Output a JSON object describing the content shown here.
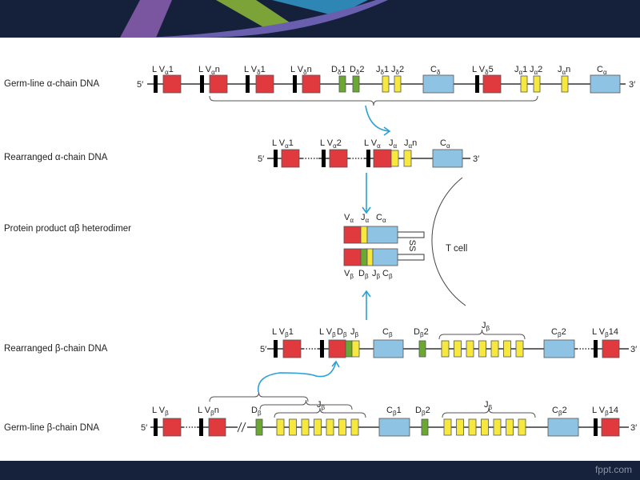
{
  "footer": {
    "watermark": "fppt.com"
  },
  "rows": {
    "germline_alpha": "Germ-line α-chain DNA",
    "rearranged_alpha": "Rearranged α-chain DNA",
    "protein": "Protein product αβ heterodimer",
    "rearranged_beta": "Rearranged β-chain DNA",
    "germline_beta": "Germ-line β-chain DNA"
  },
  "ends": {
    "five": "5′",
    "three": "3′"
  },
  "tcell_label": "T cell",
  "disulfide_label": "SS",
  "gene_labels": {
    "germline_alpha": [
      [
        "L V",
        "α",
        "1"
      ],
      [
        "L V",
        "α",
        "n"
      ],
      [
        "L V",
        "δ",
        "1"
      ],
      [
        "L V",
        "δ",
        "n"
      ],
      [
        "D",
        "δ",
        "1"
      ],
      [
        "D",
        "δ",
        "2"
      ],
      [
        "J",
        "δ",
        "1"
      ],
      [
        "J",
        "δ",
        "2"
      ],
      [
        "C",
        "δ",
        ""
      ],
      [
        "L V",
        "δ",
        "5"
      ],
      [
        "J",
        "α",
        "1"
      ],
      [
        "J",
        "α",
        "2"
      ],
      [
        "J",
        "α",
        "n"
      ],
      [
        "C",
        "α",
        ""
      ]
    ],
    "rearranged_alpha": [
      [
        "L V",
        "α",
        "1"
      ],
      [
        "L V",
        "α",
        "2"
      ],
      [
        "L V",
        "α",
        ""
      ],
      [
        "J",
        "α",
        ""
      ],
      [
        "J",
        "α",
        "n"
      ],
      [
        "C",
        "α",
        ""
      ]
    ],
    "protein_top": [
      [
        "V",
        "α",
        ""
      ],
      [
        "J",
        "α",
        ""
      ],
      [
        "C",
        "α",
        ""
      ]
    ],
    "protein_bottom": [
      [
        "V",
        "β",
        ""
      ],
      [
        "D",
        "β",
        ""
      ],
      [
        "J",
        "β",
        ""
      ],
      [
        "C",
        "β",
        ""
      ]
    ],
    "rearranged_beta": [
      [
        "L V",
        "β",
        "1"
      ],
      [
        "L V",
        "β",
        ""
      ],
      [
        "D",
        "β",
        ""
      ],
      [
        "J",
        "β",
        ""
      ],
      [
        "C",
        "β",
        ""
      ],
      [
        "D",
        "β",
        "2"
      ],
      [
        "J",
        "β",
        ""
      ],
      [
        "C",
        "β",
        "2"
      ],
      [
        "L V",
        "β",
        "14"
      ]
    ],
    "germline_beta": [
      [
        "L V",
        "β",
        ""
      ],
      [
        "L V",
        "β",
        "n"
      ],
      [
        "D",
        "β",
        ""
      ],
      [
        "J",
        "β",
        ""
      ],
      [
        "C",
        "β",
        "1"
      ],
      [
        "D",
        "β",
        "2"
      ],
      [
        "J",
        "β",
        ""
      ],
      [
        "C",
        "β",
        "2"
      ],
      [
        "L V",
        "β",
        "14"
      ]
    ]
  },
  "colors": {
    "V": "#e0393e",
    "D": "#6aa832",
    "J": "#f6e83e",
    "C": "#8fc3e3",
    "L": "#000000",
    "arrow": "#2a9fd6",
    "line": "#333333"
  }
}
